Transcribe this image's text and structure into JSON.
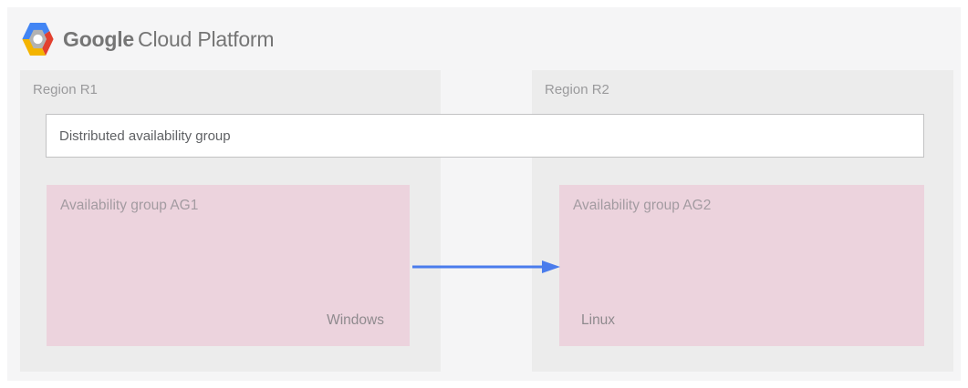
{
  "brand": {
    "google": "Google",
    "cloud_platform": "Cloud Platform"
  },
  "regions": [
    {
      "label": "Region R1"
    },
    {
      "label": "Region R2"
    }
  ],
  "distributed_group_label": "Distributed availability group",
  "availability_groups": [
    {
      "label": "Availability group AG1",
      "os": "Windows"
    },
    {
      "label": "Availability group AG2",
      "os": "Linux"
    }
  ],
  "icons": {
    "gcp_hexagon_logo": "gcp-logo-icon",
    "replication_arrow": "arrow-right"
  },
  "colors": {
    "page_background": "#ffffff",
    "panel_background": "#f5f5f6",
    "region_background": "#ececec",
    "availability_group_background": "#ecd3dd",
    "distributed_group_border": "#c2c2c3",
    "arrow_blue": "#4a7cec",
    "logo_blue": "#4285f4",
    "logo_red": "#e2402f",
    "logo_yellow": "#f4b400",
    "logo_inner_gray": "#b2b2b2",
    "brand_text_gray": "#757575"
  }
}
